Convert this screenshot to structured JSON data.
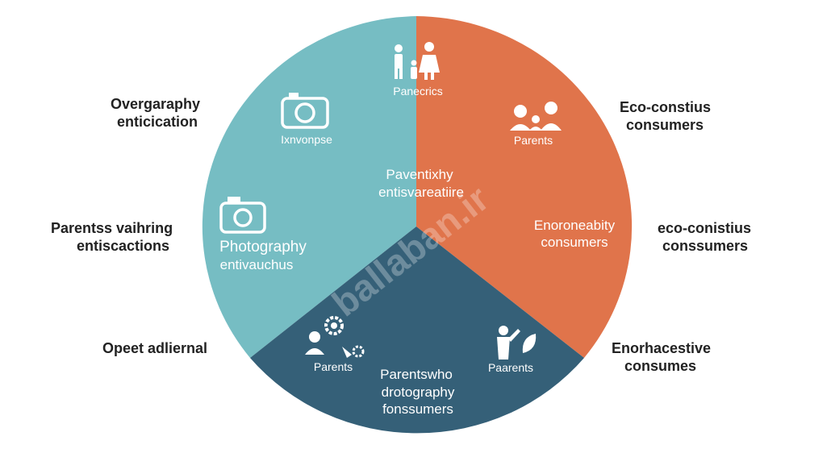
{
  "colors": {
    "teal": "#76bdc3",
    "orange": "#e0744b",
    "navy": "#356078",
    "outer_text": "#222222",
    "inner_text": "#ffffff"
  },
  "segments": {
    "teal": {
      "camera_label": "Ixnvonpse",
      "center_line1": "Paventixhy",
      "center_line2": "entisvareatiire",
      "photo_line1": "Photography",
      "photo_line2": "entivauchus"
    },
    "orange": {
      "top_label": "Panecrics",
      "parents_label": "Parents",
      "eco_line1": "Enoroneabity",
      "eco_line2": "consumers"
    },
    "navy": {
      "gears_label": "Parents",
      "center_line1": "Parentswho",
      "center_line2": "drotography",
      "center_line3": "fonssumers",
      "plant_label": "Paarents"
    }
  },
  "outer_labels": {
    "top_left_1": "Overgaraphy",
    "top_left_2": "enticication",
    "mid_left_1": "Parentss vaihring",
    "mid_left_2": "entiscactions",
    "bottom_left": "Opeet adliernal",
    "top_right_1": "Eco-constius",
    "top_right_2": "consumers",
    "mid_right_1": "eco-conistius",
    "mid_right_2": "conssumers",
    "bottom_right_1": "Enorhacestive",
    "bottom_right_2": "consumes"
  },
  "watermark": "ballaban.ir",
  "icons": [
    "family-icon",
    "camera-icon",
    "parents-couple-icon",
    "person-gears-icon",
    "person-plant-icon"
  ]
}
